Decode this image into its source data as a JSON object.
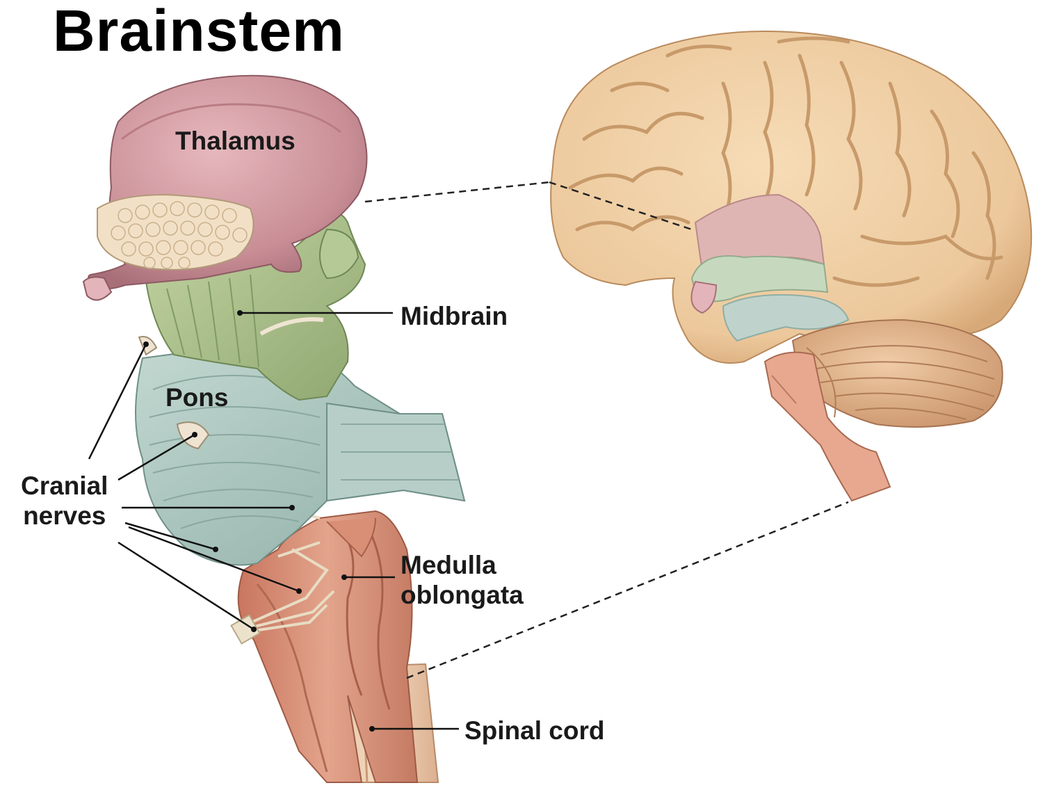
{
  "title": "Brainstem",
  "labels": {
    "thalamus": "Thalamus",
    "midbrain": "Midbrain",
    "pons": "Pons",
    "cranial_nerves_line1": "Cranial",
    "cranial_nerves_line2": "nerves",
    "medulla_line1": "Medulla",
    "medulla_line2": "oblongata",
    "spinal_cord": "Spinal cord"
  },
  "colors": {
    "thalamus": "#c98e96",
    "midbrain": "#a9c08a",
    "pons": "#a8c4bd",
    "medulla": "#d99078",
    "spinal_cord": "#e8c6a6",
    "cerebrum": "#ecc89c",
    "cerebellum": "#e2b88c"
  }
}
